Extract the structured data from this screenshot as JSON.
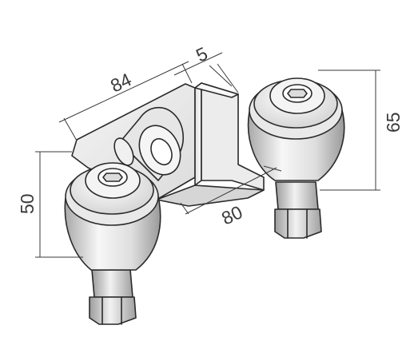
{
  "dimensions": {
    "length": "84",
    "thickness": "5",
    "height_left": "50",
    "depth": "80",
    "height_right": "65"
  },
  "colors": {
    "line": "#2a2a2a",
    "dim_line": "#3a3a3a",
    "background": "#ffffff",
    "metal_light": "#f7f7f7",
    "metal_mid": "#dedede",
    "metal_dark": "#a9a9a9"
  },
  "parts": {
    "bracket": "angle-bracket",
    "rollers": [
      "left-roller",
      "right-roller"
    ],
    "spacer": "cylindrical-spacer"
  }
}
